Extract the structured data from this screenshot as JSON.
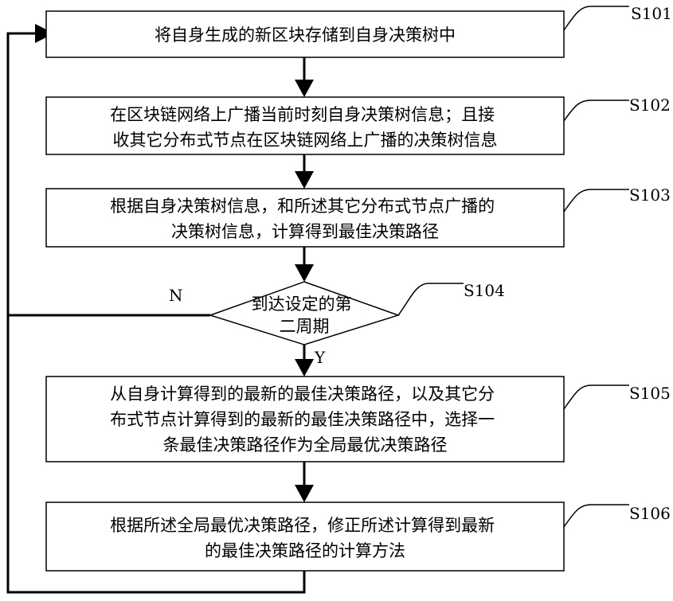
{
  "steps": [
    {
      "id": "S101",
      "lines": [
        "将自身生成的新区块存储到自身决策树中"
      ]
    },
    {
      "id": "S102",
      "lines": [
        "在区块链网络上广播当前时刻自身决策树信息；且接",
        "收其它分布式节点在区块链网络上广播的决策树信息"
      ]
    },
    {
      "id": "S103",
      "lines": [
        "根据自身决策树信息，和所述其它分布式节点广播的",
        "决策树信息，计算得到最佳决策路径"
      ]
    },
    {
      "id": "S104",
      "lines": [
        "到达设定的第",
        "二周期"
      ]
    },
    {
      "id": "S105",
      "lines": [
        "从自身计算得到的最新的最佳决策路径，以及其它分",
        "布式节点计算得到的最新的最佳决策路径中，选择一",
        "条最佳决策路径作为全局最优决策路径"
      ]
    },
    {
      "id": "S106",
      "lines": [
        "根据所述全局最优决策路径，修正所述计算得到最新",
        "的最佳决策路径的计算方法"
      ]
    }
  ],
  "decision": {
    "no_label": "N",
    "yes_label": "Y"
  }
}
